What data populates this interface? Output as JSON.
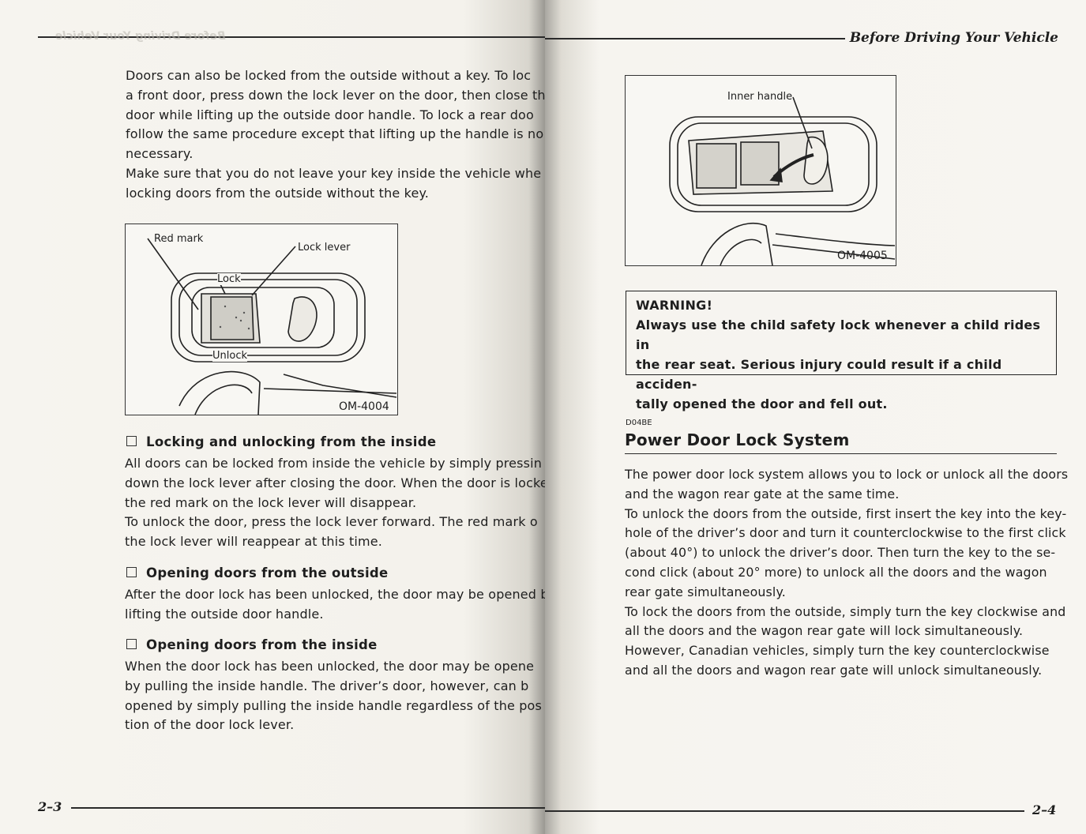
{
  "header": {
    "left_fragment": "Before Driving Your Vehicle",
    "right_title": "Before Driving Your Vehicle"
  },
  "left_page": {
    "page_number": "2–3",
    "intro_lines": [
      "Doors can also be locked from the outside without a key. To loc",
      "a front door, press down the lock lever on the door, then close th",
      "door while lifting up the outside door handle. To lock a rear doo",
      "follow the same procedure except that lifting up the handle is no",
      "necessary.",
      "Make sure that you do not leave your key inside the vehicle whe",
      "locking doors from the outside without the key."
    ],
    "figure": {
      "id": "OM-4004",
      "labels": {
        "red_mark": "Red mark",
        "lock_lever": "Lock lever",
        "lock": "Lock",
        "unlock": "Unlock"
      }
    },
    "sections": [
      {
        "heading": "Locking and unlocking from the inside",
        "lines": [
          "All doors can be locked from inside the vehicle by simply pressin",
          "down the lock lever after closing the door. When the door is locked",
          "the red mark on the lock lever will disappear.",
          "To unlock the door, press the lock lever forward. The red mark o",
          "the lock lever will reappear at this time."
        ]
      },
      {
        "heading": "Opening doors from the outside",
        "lines": [
          "After the door lock has been unlocked, the door may be opened b",
          "lifting the outside door handle."
        ]
      },
      {
        "heading": "Opening doors from the inside",
        "lines": [
          "When the door lock has been unlocked, the door may be opene",
          "by pulling the inside handle. The driver’s door, however, can b",
          "opened by simply pulling the inside handle regardless of the pos",
          "tion of the door lock lever."
        ]
      }
    ]
  },
  "right_page": {
    "page_number": "2–4",
    "figure": {
      "id": "OM-4005",
      "labels": {
        "inner_handle": "Inner handle"
      }
    },
    "warning": {
      "title": "WARNING!",
      "lines": [
        "Always use the child safety lock whenever a child rides in",
        "the rear seat. Serious injury could result if a child acciden-",
        "tally opened the door and fell out."
      ]
    },
    "section_code": "D04BE",
    "section_title": "Power Door Lock System",
    "body_lines": [
      "The power door lock system allows you to lock or unlock all the doors",
      "and the wagon rear gate at the same time.",
      "To unlock the doors from the outside, first insert the key into the key-",
      "hole of the driver’s door and turn it counterclockwise to the first click",
      "(about 40°) to unlock the driver’s door. Then turn the key to the se-",
      "cond click (about 20° more) to unlock all the doors and the wagon",
      "rear gate simultaneously.",
      "To lock the doors from the outside, simply turn the key clockwise and",
      "all the doors and the wagon rear gate will lock simultaneously.",
      "However, Canadian vehicles, simply turn the key counterclockwise",
      "and all the doors and wagon rear gate will unlock simultaneously."
    ]
  }
}
